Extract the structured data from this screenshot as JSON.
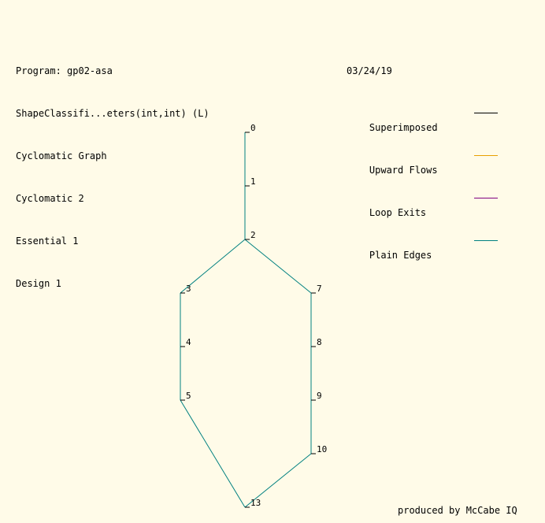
{
  "header": {
    "program": "Program: gp02-asa",
    "module": "ShapeClassifi...eters(int,int) (L)",
    "graph_type": "Cyclomatic Graph",
    "cyclomatic": "Cyclomatic 2",
    "essential": "Essential 1",
    "design": "Design 1"
  },
  "legend": {
    "date": "03/24/19",
    "items": [
      {
        "label": "Superimposed",
        "color": "#000000"
      },
      {
        "label": "Upward Flows",
        "color": "#e8a000"
      },
      {
        "label": "Loop Exits",
        "color": "#800080"
      },
      {
        "label": "Plain Edges",
        "color": "#008080"
      }
    ]
  },
  "graph": {
    "edge_color": "#008080",
    "nodes": [
      "0",
      "1",
      "2",
      "3",
      "4",
      "5",
      "7",
      "8",
      "9",
      "10",
      "13"
    ],
    "edges": [
      [
        "0",
        "1"
      ],
      [
        "1",
        "2"
      ],
      [
        "2",
        "3"
      ],
      [
        "2",
        "7"
      ],
      [
        "3",
        "4"
      ],
      [
        "4",
        "5"
      ],
      [
        "5",
        "13"
      ],
      [
        "7",
        "8"
      ],
      [
        "8",
        "9"
      ],
      [
        "9",
        "10"
      ],
      [
        "10",
        "13"
      ]
    ]
  },
  "footer": {
    "credit": "produced by McCabe IQ"
  }
}
